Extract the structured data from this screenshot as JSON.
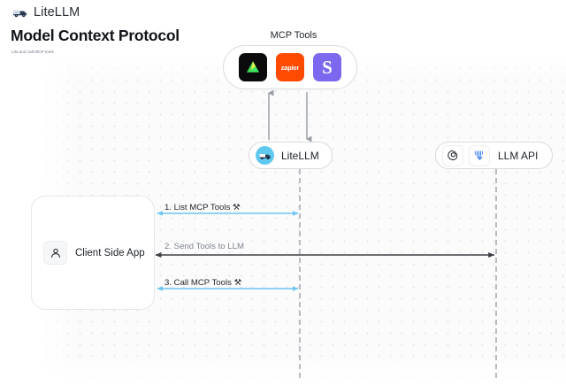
{
  "brand": {
    "name": "LiteLLM",
    "logo_icon": "truck-icon"
  },
  "header": {
    "title": "Model Context Protocol",
    "subtitle": "List and call MCP tools"
  },
  "diagram": {
    "mcp_group": {
      "label": "MCP Tools",
      "tools": [
        {
          "name": "triangle-tool-icon",
          "text": "",
          "bg": "#0b0b0d"
        },
        {
          "name": "zapier-icon",
          "text": "zapier",
          "bg": "#ff4a00"
        },
        {
          "name": "slack-s-icon",
          "text": "S",
          "bg": "#7b68ee"
        }
      ]
    },
    "nodes": {
      "litellm": {
        "label": "LiteLLM",
        "icon": "litellm-truck-icon"
      },
      "llm_api": {
        "label": "LLM API",
        "icons": [
          "openai-icon",
          "vertex-ai-icon"
        ]
      },
      "client_app": {
        "label": "Client Side App",
        "icon": "user-icon"
      }
    },
    "steps": [
      {
        "id": "step-1",
        "text": "1. List MCP Tools",
        "emoji": "⚒",
        "color": "#6ec6f0",
        "direction": "bidirectional",
        "from": "client-side-app",
        "to": "litellm-lifeline"
      },
      {
        "id": "step-2",
        "text": "2. Send Tools to LLM",
        "emoji": "",
        "color": "#3d3f44",
        "direction": "bidirectional",
        "from": "client-side-app",
        "to": "llm-api-lifeline"
      },
      {
        "id": "step-3",
        "text": "3. Call MCP Tools",
        "emoji": "⚒",
        "color": "#6ec6f0",
        "direction": "bidirectional",
        "from": "client-side-app",
        "to": "litellm-lifeline"
      }
    ],
    "connectors": [
      {
        "name": "litellm-to-mcp-up",
        "direction": "up",
        "color": "#9aa0a6"
      },
      {
        "name": "mcp-to-litellm-down",
        "direction": "down",
        "color": "#9aa0a6"
      }
    ]
  },
  "colors": {
    "accent_blue": "#6ec6f0",
    "canvas_bg": "#fbfbfc",
    "dot_grid": "#e3e4e8",
    "node_border": "#d9dbe0",
    "text_primary": "#1f2328",
    "text_muted": "#7d838c"
  }
}
